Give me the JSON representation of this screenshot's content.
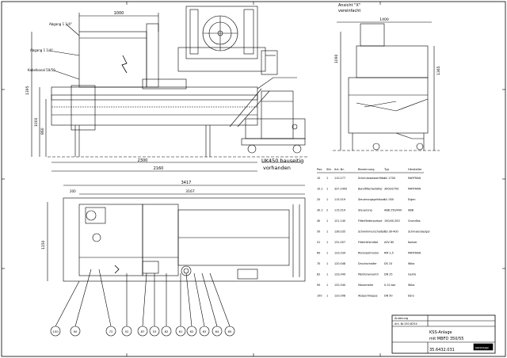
{
  "view_labels": {
    "ansicht": "Ansicht \"X\"",
    "ansicht_sub": "vereinfacht",
    "uk_note_line1": "UK450 bauseitig",
    "uk_note_line2": "vorhanden"
  },
  "front_dims": {
    "top_width": "1000",
    "bottom_width": "2300",
    "total_width": "2160",
    "abgang1": "Abgang 1 1/4\"",
    "abgang2": "Abgang 1 1/4\"",
    "kabelkanal": "Kabelkanal 50/50",
    "h1": "1395",
    "h2": "1000",
    "h3": "860"
  },
  "side_dims": {
    "width_top": "1400",
    "height_right": "1365",
    "h_left": "1090"
  },
  "plan_dims": {
    "overall": "3417",
    "inner": "3167",
    "left_offset": "200",
    "height": "1150"
  },
  "balloons": [
    "100",
    "90",
    "72",
    "52",
    "87",
    "53",
    "82",
    "61",
    "62",
    "63",
    "64",
    "65"
  ],
  "parts_header": [
    "Pos.",
    "Stk.",
    "Art.-Nr.",
    "Benennung",
    "Typ",
    "Hersteller"
  ],
  "parts_rows": [
    [
      "10",
      "1",
      "110.277",
      "Schmutzwasserfilter",
      "UL 2700",
      "MAYFRAN"
    ],
    [
      "10.1",
      "1",
      "337.2400",
      "Bandfilterbehälter",
      "3000/2700",
      "MAYFRAN"
    ],
    [
      "20",
      "1",
      "115.019",
      "Steuerungsgehäuse",
      "UL 000",
      "Eigen"
    ],
    [
      "30.1",
      "2",
      "115.019",
      "Steuerung",
      "ABB 250/400",
      "ABB"
    ],
    [
      "40",
      "1",
      "121.140",
      "Filterförderpumpe",
      "100/40-200",
      "Grundfos"
    ],
    [
      "50",
      "1",
      "136.035",
      "Schwimmerschalter",
      "BS-3X-400",
      "Schmalenberger"
    ],
    [
      "51",
      "1",
      "131.057",
      "Filterhilfsmittel",
      "ASV 80",
      "Kaeser"
    ],
    [
      "60",
      "1",
      "133.034",
      "Rückspülmodul",
      "RM 2,5",
      "MAYFRAN"
    ],
    [
      "70",
      "1",
      "120.048",
      "Druckschalter",
      "DS 10",
      "Wika"
    ],
    [
      "82",
      "1",
      "133.049",
      "Membranventil",
      "DN 25",
      "Gemü"
    ],
    [
      "90",
      "1",
      "132.040",
      "Manometer",
      "0-10 bar",
      "Wika"
    ],
    [
      "100",
      "1",
      "133.098",
      "Absperrklappe",
      "DN 50",
      "Ebro"
    ]
  ],
  "title_block": {
    "revision": "Änderung",
    "drawing_no_label": "Art.-Nr.",
    "drawing_no": "150.8254",
    "title": "KSS-Anlage",
    "subtitle": "mit MBFD 350/55",
    "number": "35.6432.031",
    "company": "MAYFRAN"
  }
}
